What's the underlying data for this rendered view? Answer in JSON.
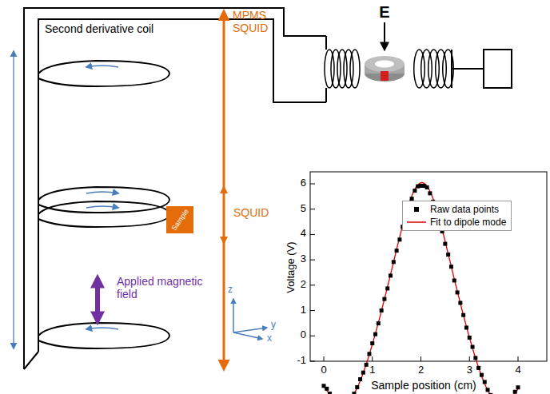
{
  "diagram": {
    "nodes": [
      {
        "text": [
          "Sample"
        ]
      }
    ],
    "labels": [
      "Second derivative coil",
      "MPMS SQUID",
      "SQUID",
      "Applied magnetic field",
      "z",
      "y",
      "x",
      "E",
      "-1",
      "0",
      "1",
      "2",
      "3",
      "4",
      "5",
      "6",
      "0",
      "1",
      "2",
      "3",
      "4",
      "Voltage (V)",
      "Sample position (cm)"
    ],
    "legend": [
      {
        "text": "Raw data points"
      },
      {
        "text": "Fit to dipole mode"
      }
    ]
  }
}
